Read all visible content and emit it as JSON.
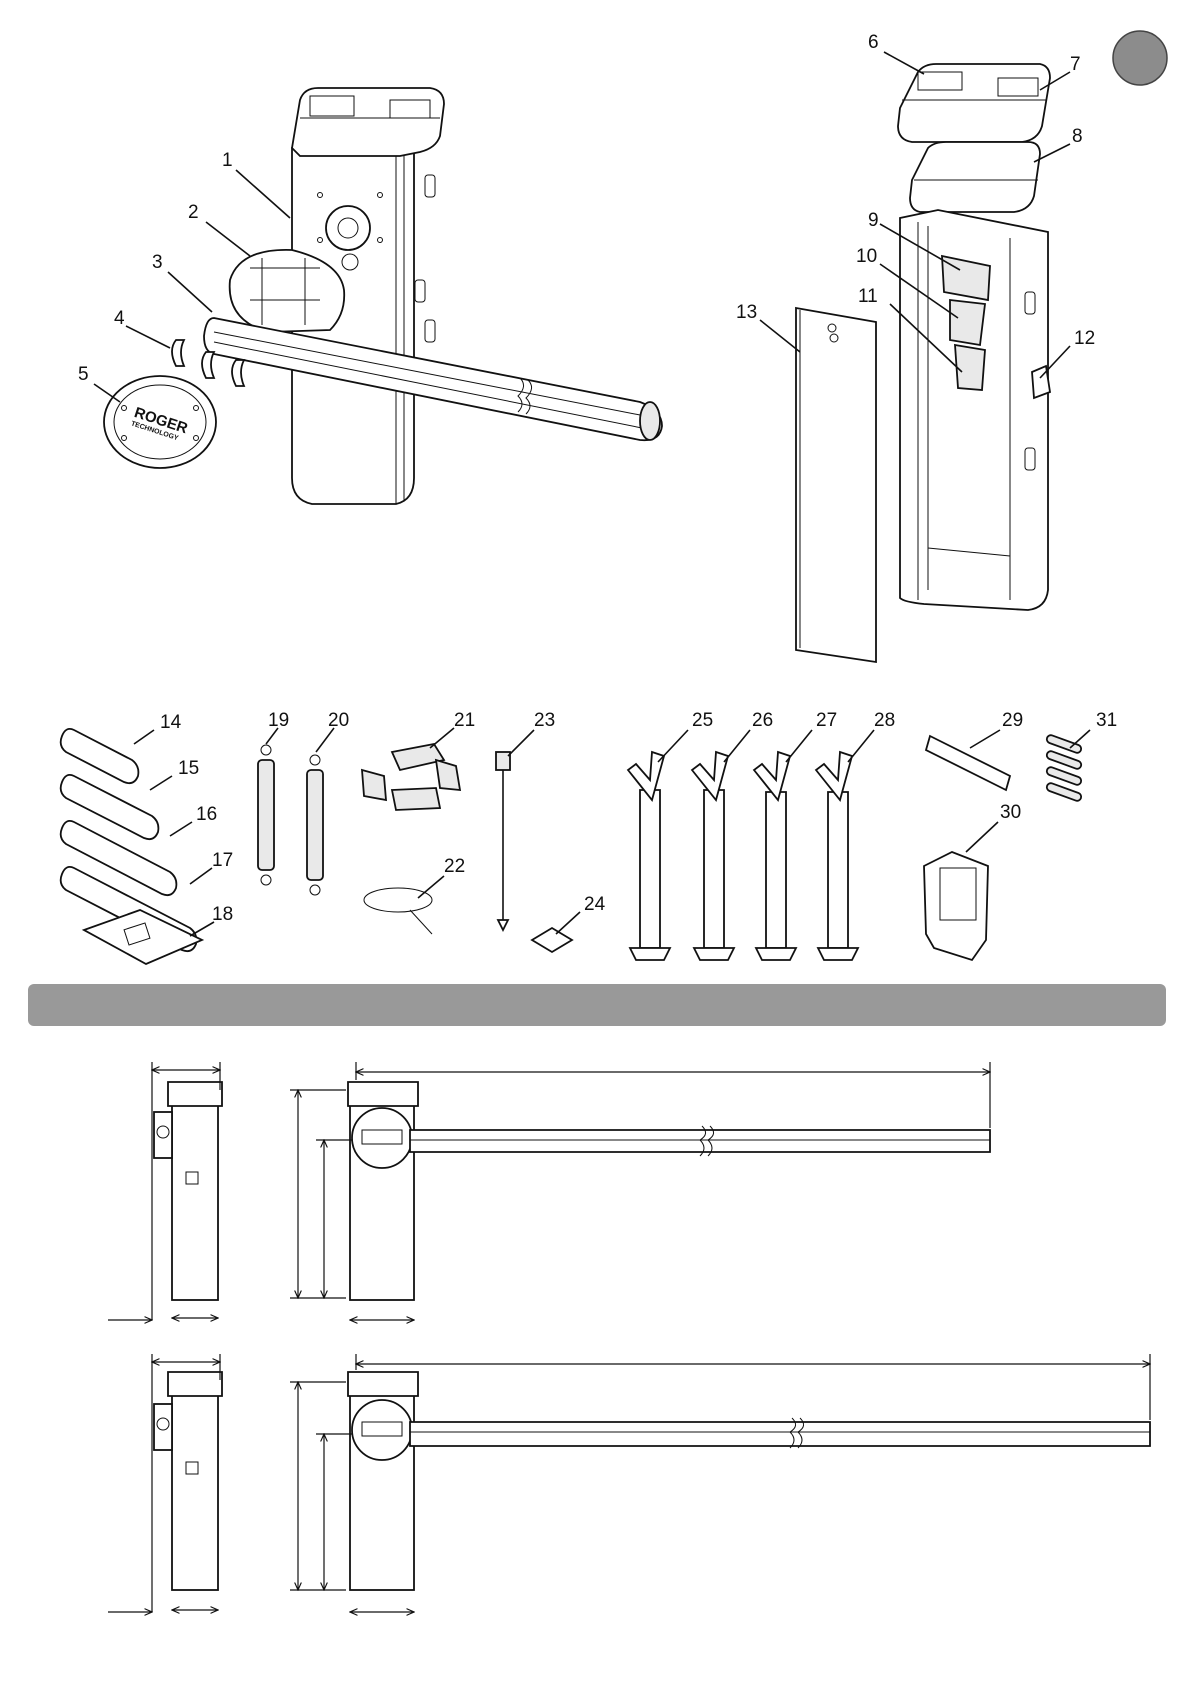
{
  "colors": {
    "badge": "#8c8c8c",
    "section_bar": "#999999",
    "ink": "#111111"
  },
  "logo": {
    "brand": "ROGER",
    "sub": "TECHNOLOGY"
  },
  "parts": [
    {
      "num": "1"
    },
    {
      "num": "2"
    },
    {
      "num": "3"
    },
    {
      "num": "4"
    },
    {
      "num": "5"
    },
    {
      "num": "6"
    },
    {
      "num": "7"
    },
    {
      "num": "8"
    },
    {
      "num": "9"
    },
    {
      "num": "10"
    },
    {
      "num": "11"
    },
    {
      "num": "12"
    },
    {
      "num": "13"
    },
    {
      "num": "14"
    },
    {
      "num": "15"
    },
    {
      "num": "16"
    },
    {
      "num": "17"
    },
    {
      "num": "18"
    },
    {
      "num": "19"
    },
    {
      "num": "20"
    },
    {
      "num": "21"
    },
    {
      "num": "22"
    },
    {
      "num": "23"
    },
    {
      "num": "24"
    },
    {
      "num": "25"
    },
    {
      "num": "26"
    },
    {
      "num": "27"
    },
    {
      "num": "28"
    },
    {
      "num": "29"
    },
    {
      "num": "30"
    },
    {
      "num": "31"
    }
  ]
}
